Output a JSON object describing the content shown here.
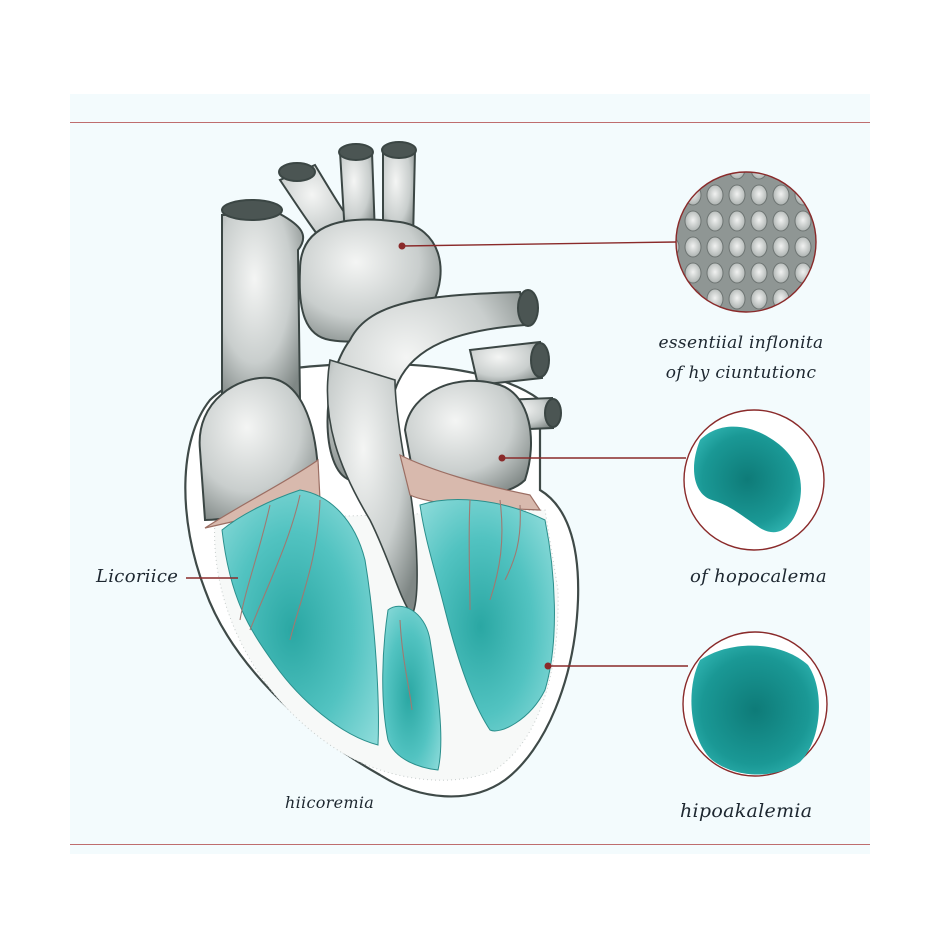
{
  "labels": {
    "callout_top_line1": "essentiial inflonita",
    "callout_top_line2": "of hy ciuntutionc",
    "callout_mid": "of hopocalema",
    "callout_bottom": "hipoakalemia",
    "left_label": "Licoriice",
    "bottom_label": "hiicoremia"
  },
  "colors": {
    "paper": "#f3fbfd",
    "teal": "#2fb3b0",
    "teal_dark": "#0f7f7c",
    "leader_line": "#8a2a2a",
    "grey_vessel": "#cfd4d3"
  }
}
